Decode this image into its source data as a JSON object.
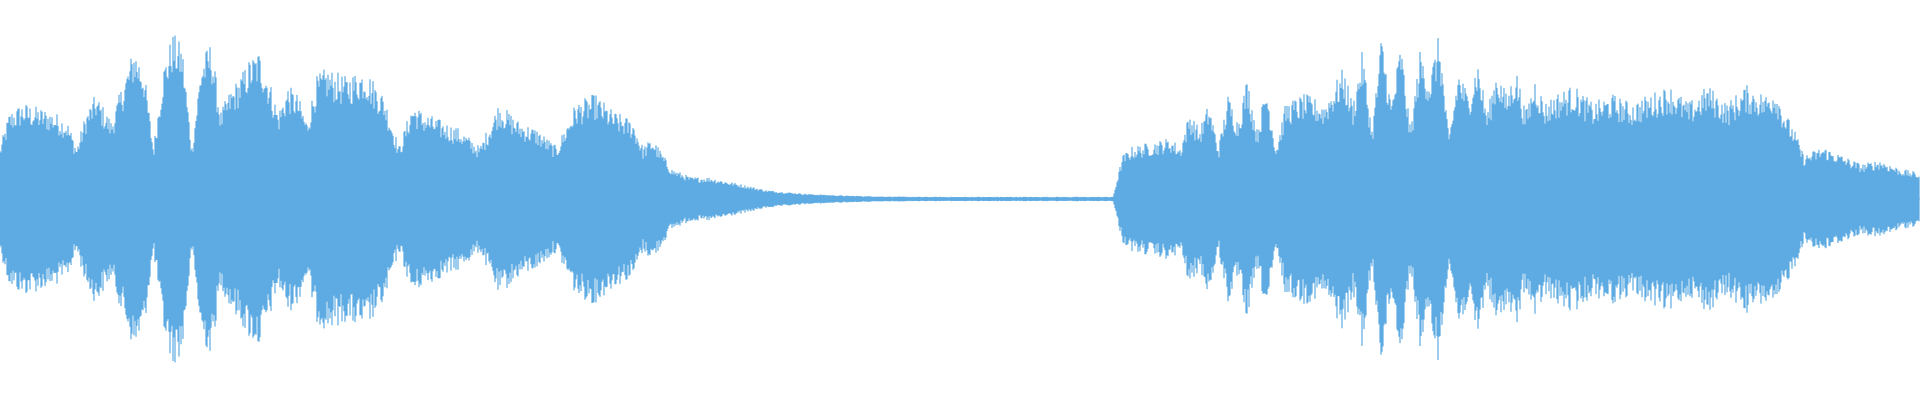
{
  "waveform": {
    "color": "#5dabe2",
    "background": "#ffffff",
    "envelope": {
      "t": [
        0.0,
        0.005,
        0.012,
        0.02,
        0.028,
        0.035,
        0.04,
        0.045,
        0.05,
        0.058,
        0.065,
        0.07,
        0.075,
        0.08,
        0.085,
        0.09,
        0.095,
        0.1,
        0.105,
        0.11,
        0.115,
        0.12,
        0.125,
        0.13,
        0.135,
        0.14,
        0.145,
        0.15,
        0.155,
        0.16,
        0.165,
        0.17,
        0.18,
        0.19,
        0.2,
        0.208,
        0.215,
        0.22,
        0.23,
        0.24,
        0.25,
        0.26,
        0.27,
        0.28,
        0.29,
        0.3,
        0.31,
        0.32,
        0.33,
        0.335,
        0.34,
        0.35,
        0.36,
        0.37,
        0.38,
        0.39,
        0.4,
        0.42,
        0.44,
        0.46,
        0.48,
        0.5,
        0.52,
        0.54,
        0.56,
        0.58,
        0.585,
        0.59,
        0.6,
        0.61,
        0.615,
        0.62,
        0.625,
        0.63,
        0.635,
        0.64,
        0.645,
        0.65,
        0.655,
        0.66,
        0.665,
        0.67,
        0.68,
        0.69,
        0.7,
        0.705,
        0.71,
        0.715,
        0.72,
        0.725,
        0.73,
        0.735,
        0.74,
        0.745,
        0.75,
        0.755,
        0.76,
        0.765,
        0.77,
        0.775,
        0.78,
        0.785,
        0.79,
        0.795,
        0.8,
        0.805,
        0.81,
        0.82,
        0.83,
        0.84,
        0.85,
        0.86,
        0.87,
        0.88,
        0.89,
        0.9,
        0.91,
        0.92,
        0.925,
        0.93,
        0.935,
        0.94,
        0.95,
        0.96,
        0.97,
        0.98,
        0.99,
        1.0
      ],
      "amp": [
        0.12,
        0.2,
        0.22,
        0.21,
        0.2,
        0.18,
        0.12,
        0.2,
        0.24,
        0.18,
        0.28,
        0.35,
        0.3,
        0.12,
        0.3,
        0.38,
        0.35,
        0.12,
        0.32,
        0.36,
        0.2,
        0.25,
        0.28,
        0.32,
        0.34,
        0.28,
        0.2,
        0.26,
        0.24,
        0.18,
        0.28,
        0.3,
        0.28,
        0.3,
        0.24,
        0.12,
        0.22,
        0.2,
        0.18,
        0.16,
        0.12,
        0.22,
        0.18,
        0.16,
        0.12,
        0.22,
        0.24,
        0.2,
        0.18,
        0.12,
        0.14,
        0.07,
        0.05,
        0.05,
        0.04,
        0.03,
        0.02,
        0.012,
        0.008,
        0.006,
        0.005,
        0.005,
        0.005,
        0.005,
        0.005,
        0.005,
        0.1,
        0.12,
        0.13,
        0.14,
        0.12,
        0.2,
        0.16,
        0.22,
        0.12,
        0.24,
        0.18,
        0.28,
        0.16,
        0.26,
        0.12,
        0.22,
        0.24,
        0.22,
        0.3,
        0.22,
        0.34,
        0.16,
        0.38,
        0.22,
        0.36,
        0.16,
        0.34,
        0.28,
        0.38,
        0.14,
        0.3,
        0.24,
        0.32,
        0.2,
        0.3,
        0.24,
        0.3,
        0.2,
        0.28,
        0.22,
        0.24,
        0.26,
        0.22,
        0.24,
        0.22,
        0.24,
        0.26,
        0.22,
        0.26,
        0.22,
        0.26,
        0.24,
        0.26,
        0.2,
        0.16,
        0.1,
        0.12,
        0.1,
        0.08,
        0.09,
        0.07,
        0.06,
        0.06
      ]
    }
  }
}
